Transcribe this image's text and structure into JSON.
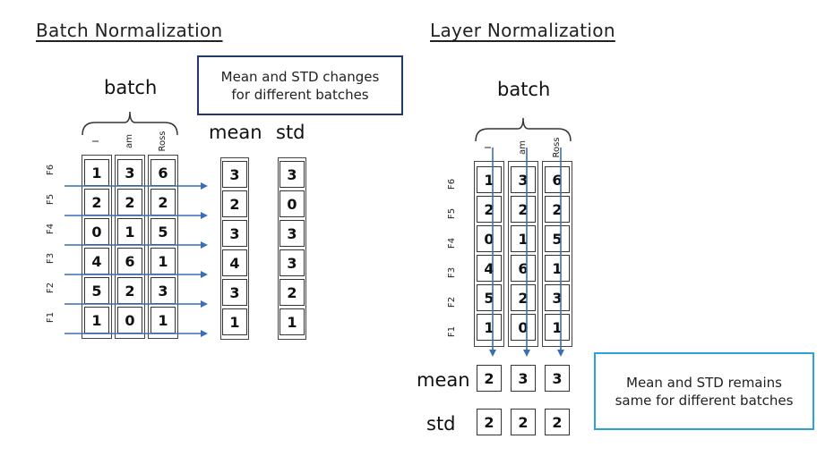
{
  "batch_norm": {
    "title": "Batch Normalization",
    "batch_label": "batch",
    "col_labels": [
      "I",
      "am",
      "Ross"
    ],
    "row_labels": [
      "F6",
      "F5",
      "F4",
      "F3",
      "F2",
      "F1"
    ],
    "matrix": [
      [
        1,
        3,
        6
      ],
      [
        2,
        2,
        2
      ],
      [
        0,
        1,
        5
      ],
      [
        4,
        6,
        1
      ],
      [
        5,
        2,
        3
      ],
      [
        1,
        0,
        1
      ]
    ],
    "mean_label": "mean",
    "std_label": "std",
    "mean": [
      3,
      2,
      3,
      4,
      3,
      1
    ],
    "std": [
      3,
      0,
      3,
      3,
      2,
      1
    ],
    "note_line1": "Mean and STD changes",
    "note_line2": "for different batches",
    "note_border_color": "#1f3a68",
    "arrow_color": "#3a6fb5"
  },
  "layer_norm": {
    "title": "Layer Normalization",
    "batch_label": "batch",
    "col_labels": [
      "I",
      "am",
      "Ross"
    ],
    "row_labels": [
      "F6",
      "F5",
      "F4",
      "F3",
      "F2",
      "F1"
    ],
    "matrix": [
      [
        1,
        3,
        6
      ],
      [
        2,
        2,
        2
      ],
      [
        0,
        1,
        5
      ],
      [
        4,
        6,
        1
      ],
      [
        5,
        2,
        3
      ],
      [
        1,
        0,
        1
      ]
    ],
    "mean_label": "mean",
    "std_label": "std",
    "mean": [
      2,
      3,
      3
    ],
    "std": [
      2,
      2,
      2
    ],
    "note_line1": "Mean and STD remains",
    "note_line2": "same for different batches",
    "note_border_color": "#29a3d9",
    "arrow_color": "#3a6fb5"
  }
}
